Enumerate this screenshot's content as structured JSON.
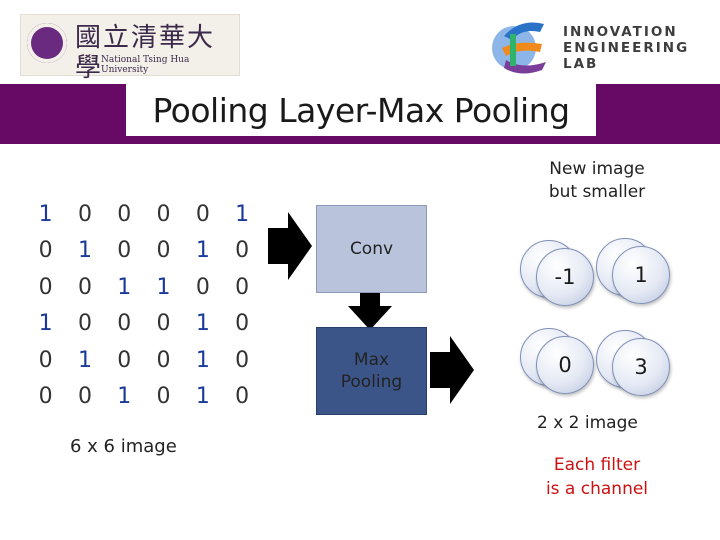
{
  "logos": {
    "university": {
      "name": "國立清華大學",
      "subtitle": "National Tsing Hua University"
    },
    "lab": {
      "line1": "INNOVATION",
      "line2": "ENGINEERING",
      "line3": "LAB"
    }
  },
  "colors": {
    "title_bar": "#660a66",
    "conv_box": "#b9c4dc",
    "pool_box": "#3c5589",
    "note": "#cc1111",
    "matrix_one": "#1a3a9a"
  },
  "slide": {
    "title": "Pooling Layer-Max Pooling"
  },
  "input": {
    "caption": "6 x 6 image",
    "rows": [
      [
        "1",
        "0",
        "0",
        "0",
        "0",
        "1"
      ],
      [
        "0",
        "1",
        "0",
        "0",
        "1",
        "0"
      ],
      [
        "0",
        "0",
        "1",
        "1",
        "0",
        "0"
      ],
      [
        "1",
        "0",
        "0",
        "0",
        "1",
        "0"
      ],
      [
        "0",
        "1",
        "0",
        "0",
        "1",
        "0"
      ],
      [
        "0",
        "0",
        "1",
        "0",
        "1",
        "0"
      ]
    ]
  },
  "stages": {
    "conv": "Conv",
    "pool_line1": "Max",
    "pool_line2": "Pooling"
  },
  "output": {
    "heading_line1": "New image",
    "heading_line2": "but smaller",
    "values": [
      "-1",
      "1",
      "0",
      "3"
    ],
    "caption": "2 x 2 image"
  },
  "note": {
    "line1": "Each filter",
    "line2": "is a channel"
  }
}
